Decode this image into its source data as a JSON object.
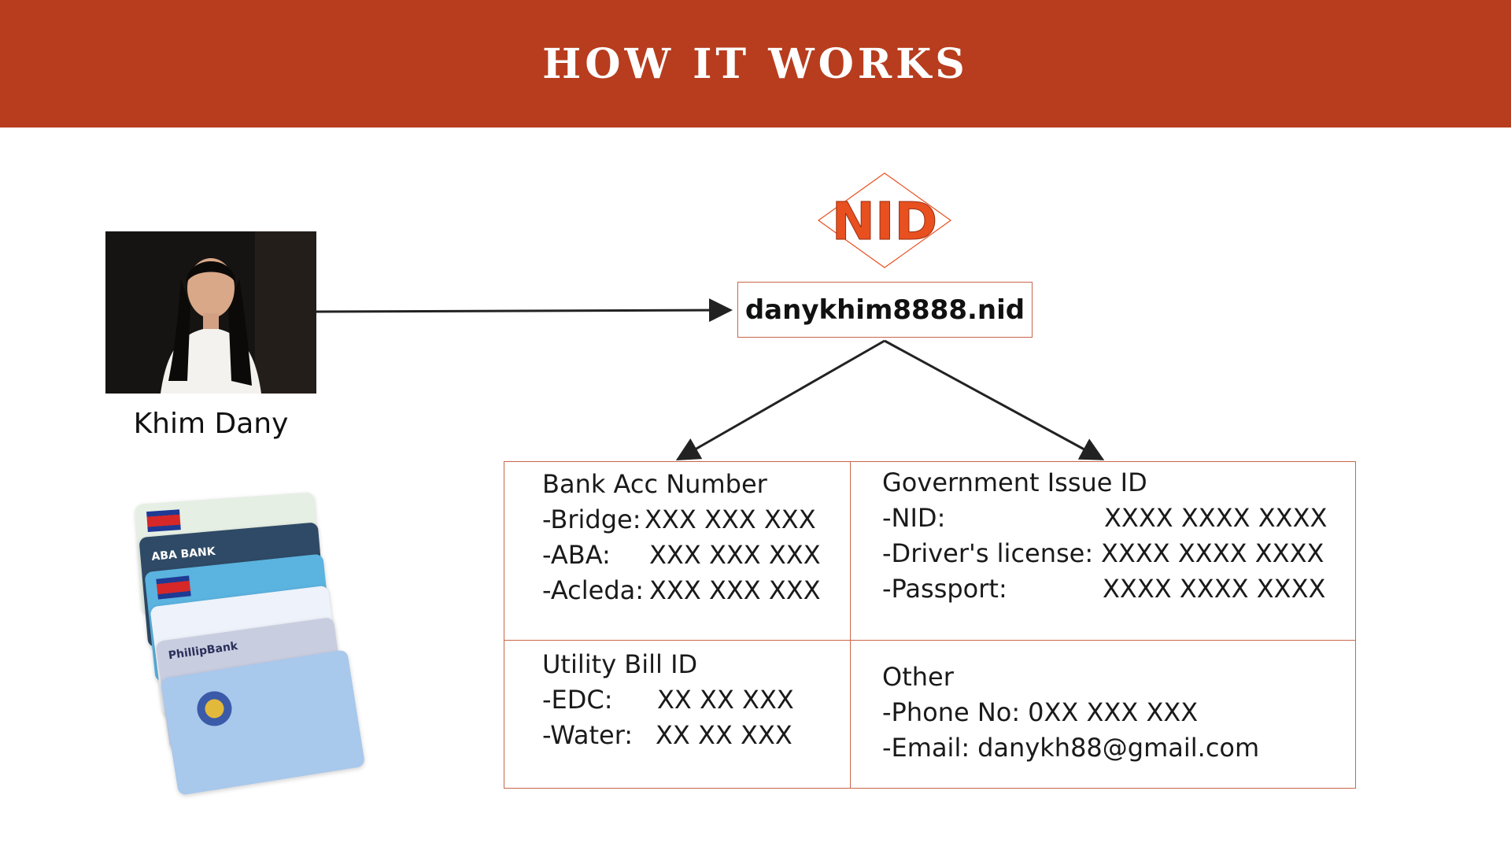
{
  "header": {
    "title": "HOW IT WORKS"
  },
  "person": {
    "name": "Khim Dany"
  },
  "logo": {
    "text": "NID"
  },
  "handle": {
    "text": "danykhim8888.nid"
  },
  "cards": {
    "aba_label": "ABA BANK",
    "phillip_label": "PhillipBank"
  },
  "sections": {
    "bank": {
      "title": "Bank Acc Number",
      "rows": [
        {
          "label": "-Bridge:",
          "value": "XXX XXX XXX"
        },
        {
          "label": "-ABA:",
          "value": "XXX XXX XXX"
        },
        {
          "label": "-Acleda:",
          "value": "XXX XXX XXX"
        }
      ]
    },
    "government": {
      "title": "Government Issue ID",
      "rows": [
        {
          "label": "-NID:",
          "value": "XXXX XXXX XXXX"
        },
        {
          "label": "-Driver's license:",
          "value": "XXXX XXXX XXXX"
        },
        {
          "label": "-Passport:",
          "value": "XXXX XXXX XXXX"
        }
      ]
    },
    "utility": {
      "title": "Utility Bill ID",
      "rows": [
        {
          "label": "-EDC:",
          "value": "XX XX XXX"
        },
        {
          "label": "-Water:",
          "value": "XX XX XXX"
        }
      ]
    },
    "other": {
      "title": "Other",
      "rows": [
        {
          "label": "-Phone No:",
          "value": "0XX XXX XXX"
        },
        {
          "label": "-Email:",
          "value": "danykh88@gmail.com"
        }
      ]
    }
  },
  "colors": {
    "banner": "#b73d1e",
    "border": "#c9664a",
    "logo_orange": "#e8501f"
  }
}
